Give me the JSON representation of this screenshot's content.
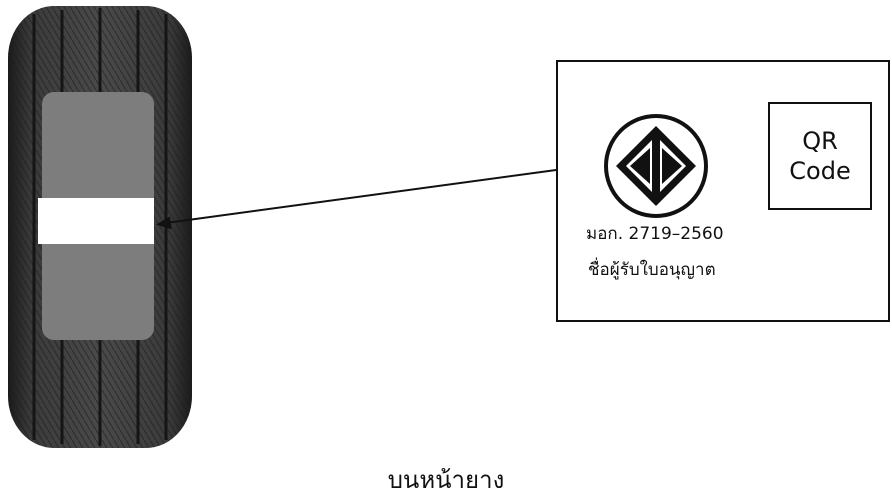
{
  "label": {
    "qr_line1": "QR",
    "qr_line2": "Code",
    "standard_number": "มอก. 2719–2560",
    "licensee": "ชื่อผู้รับใบอนุญาต"
  },
  "caption": "บนหน้ายาง",
  "colors": {
    "tire_dark": "#2a2a2a",
    "label_patch": "#7d7d7d",
    "line": "#111111"
  }
}
